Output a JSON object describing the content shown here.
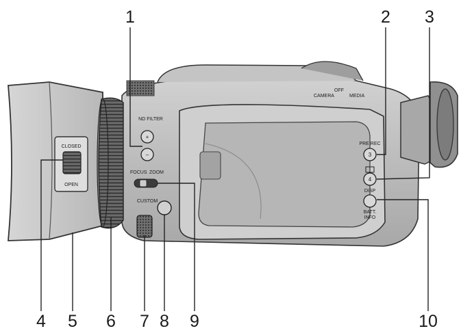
{
  "callouts": [
    {
      "id": "1",
      "label": "1"
    },
    {
      "id": "2",
      "label": "2"
    },
    {
      "id": "3",
      "label": "3"
    },
    {
      "id": "4",
      "label": "4"
    },
    {
      "id": "5",
      "label": "5"
    },
    {
      "id": "6",
      "label": "6"
    },
    {
      "id": "7",
      "label": "7"
    },
    {
      "id": "8",
      "label": "8"
    },
    {
      "id": "9",
      "label": "9"
    },
    {
      "id": "10",
      "label": "10"
    }
  ],
  "device_labels": {
    "nd_filter": "ND FILTER",
    "nd_plus": "+",
    "nd_minus": "–",
    "focus": "FOCUS",
    "zoom": "ZOOM",
    "custom": "CUSTOM",
    "closed": "CLOSED",
    "open": "OPEN",
    "pre_rec": "PRE REC",
    "btn3": "3",
    "btn4": "4",
    "disp": "DISP",
    "batt": "BATT.",
    "info": "INFO",
    "camera": "CAMERA",
    "off": "OFF",
    "media": "MEDIA"
  }
}
